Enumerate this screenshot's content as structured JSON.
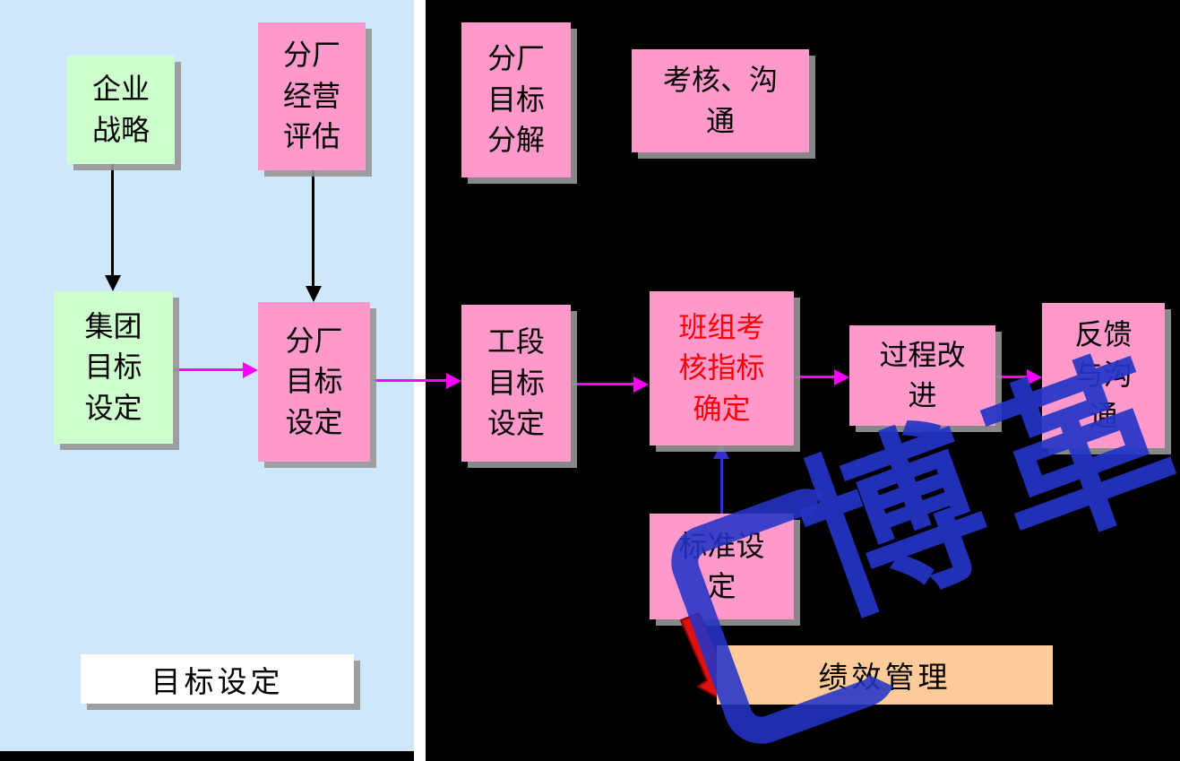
{
  "nodes": {
    "enterprise_strategy": {
      "text": "企业\n战略"
    },
    "branch_operation_evaluation": {
      "text": "分厂\n经营\n评估"
    },
    "branch_goal_decomposition": {
      "text": "分厂\n目标\n分解"
    },
    "assessment_communication": {
      "text": "考核、沟\n通"
    },
    "group_goal_setting": {
      "text": "集团\n目标\n设定"
    },
    "branch_goal_setting": {
      "text": "分厂\n目标\n设定"
    },
    "section_goal_setting": {
      "text": "工段\n目标\n设定"
    },
    "team_assessment_indicator": {
      "text": "班组考\n核指标\n确定"
    },
    "process_improvement": {
      "text": "过程改\n进"
    },
    "feedback_communication": {
      "text": "反馈\n与沟\n通"
    },
    "standard_setting": {
      "text": "标准设\n定"
    }
  },
  "labels": {
    "goal_setting": "目标设定",
    "performance_management": "绩效管理"
  },
  "watermark": {
    "text": "博革"
  },
  "colors": {
    "background": "#000000",
    "goal_setting_panel": "#cfe7fa",
    "green_node": "#ccffcc",
    "pink_node": "#ff99cc",
    "white_label": "#ffffff",
    "orange_label": "#ffcc99",
    "flow_arrow": "#ff00ff",
    "input_arrow": "#000000",
    "standard_arrow": "#3333cc",
    "callout_arrow": "#dd1111",
    "highlight_text": "#ff0000",
    "watermark_blue": "#2434c6"
  }
}
